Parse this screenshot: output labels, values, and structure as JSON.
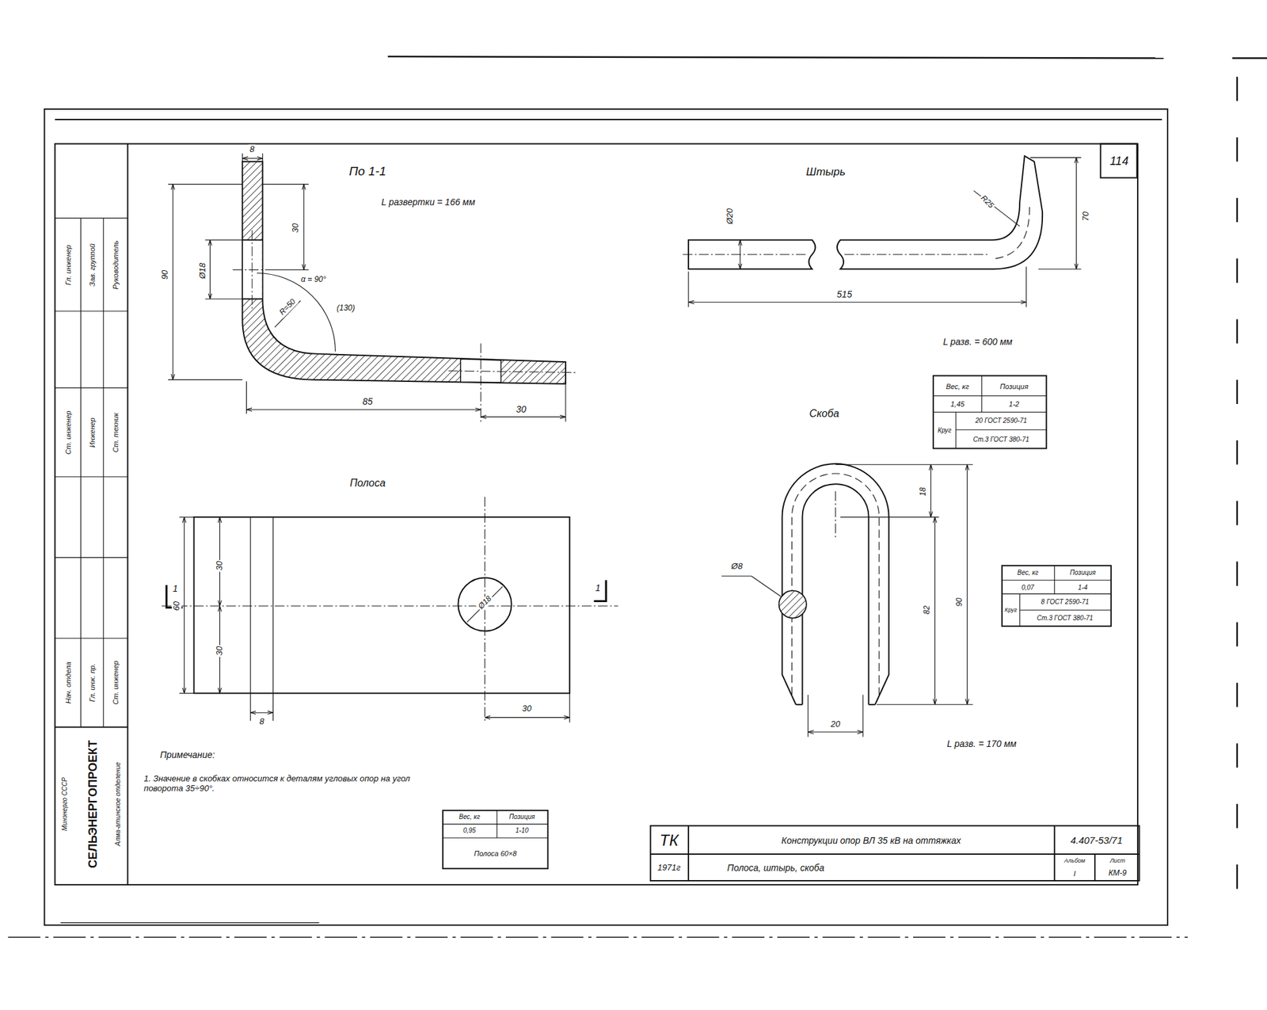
{
  "diagram": {
    "labels": [
      "По 1-1",
      "L развертки = 166 мм",
      "8",
      "30",
      "90",
      "Ø18",
      "R=50",
      "α = 90°",
      "(130)",
      "85",
      "30",
      "Штырь",
      "Ø20",
      "R25",
      "70",
      "515",
      "L разв. = 600 мм",
      "Вес, кг",
      "Позиция",
      "1,45",
      "1-2",
      "Круг",
      "20 ГОСТ 2590-71",
      "Ст.3 ГОСТ 380-71",
      "Скоба",
      "Ø8",
      "18",
      "82",
      "90",
      "20",
      "L разв. = 170 мм",
      "Вес, кг",
      "Позиция",
      "0,07",
      "1-4",
      "Круг",
      "8 ГОСТ 2590-71",
      "Ст.3 ГОСТ 380-71",
      "Полоса",
      "1",
      "1",
      "60",
      "30",
      "30",
      "Ø18",
      "8",
      "30",
      "Примечание:",
      "1. Значение в скобках относится к деталям угловых опор на угол поворота 35÷90°.",
      "Вес, кг",
      "Позиция",
      "0,95",
      "1-10",
      "Полоса 60×8",
      "ТК",
      "Конструкции опор ВЛ 35 кВ на оттяжках",
      "4.407-53/71",
      "1971г",
      "Полоса, штырь, скоба",
      "Альбом",
      "I",
      "Лист",
      "КМ-9",
      "114",
      "Нач. отдела",
      "Гл. инж. пр.",
      "Ст. инженер",
      "Ст. инженер",
      "Инженер",
      "Ст. техник",
      "Гл. инженер",
      "Зав. группой",
      "Руководитель",
      "Минэнерго СССР",
      "СЕЛЬЭНЕРГОПРОЕКТ",
      "Алма-атинское отделение"
    ]
  }
}
